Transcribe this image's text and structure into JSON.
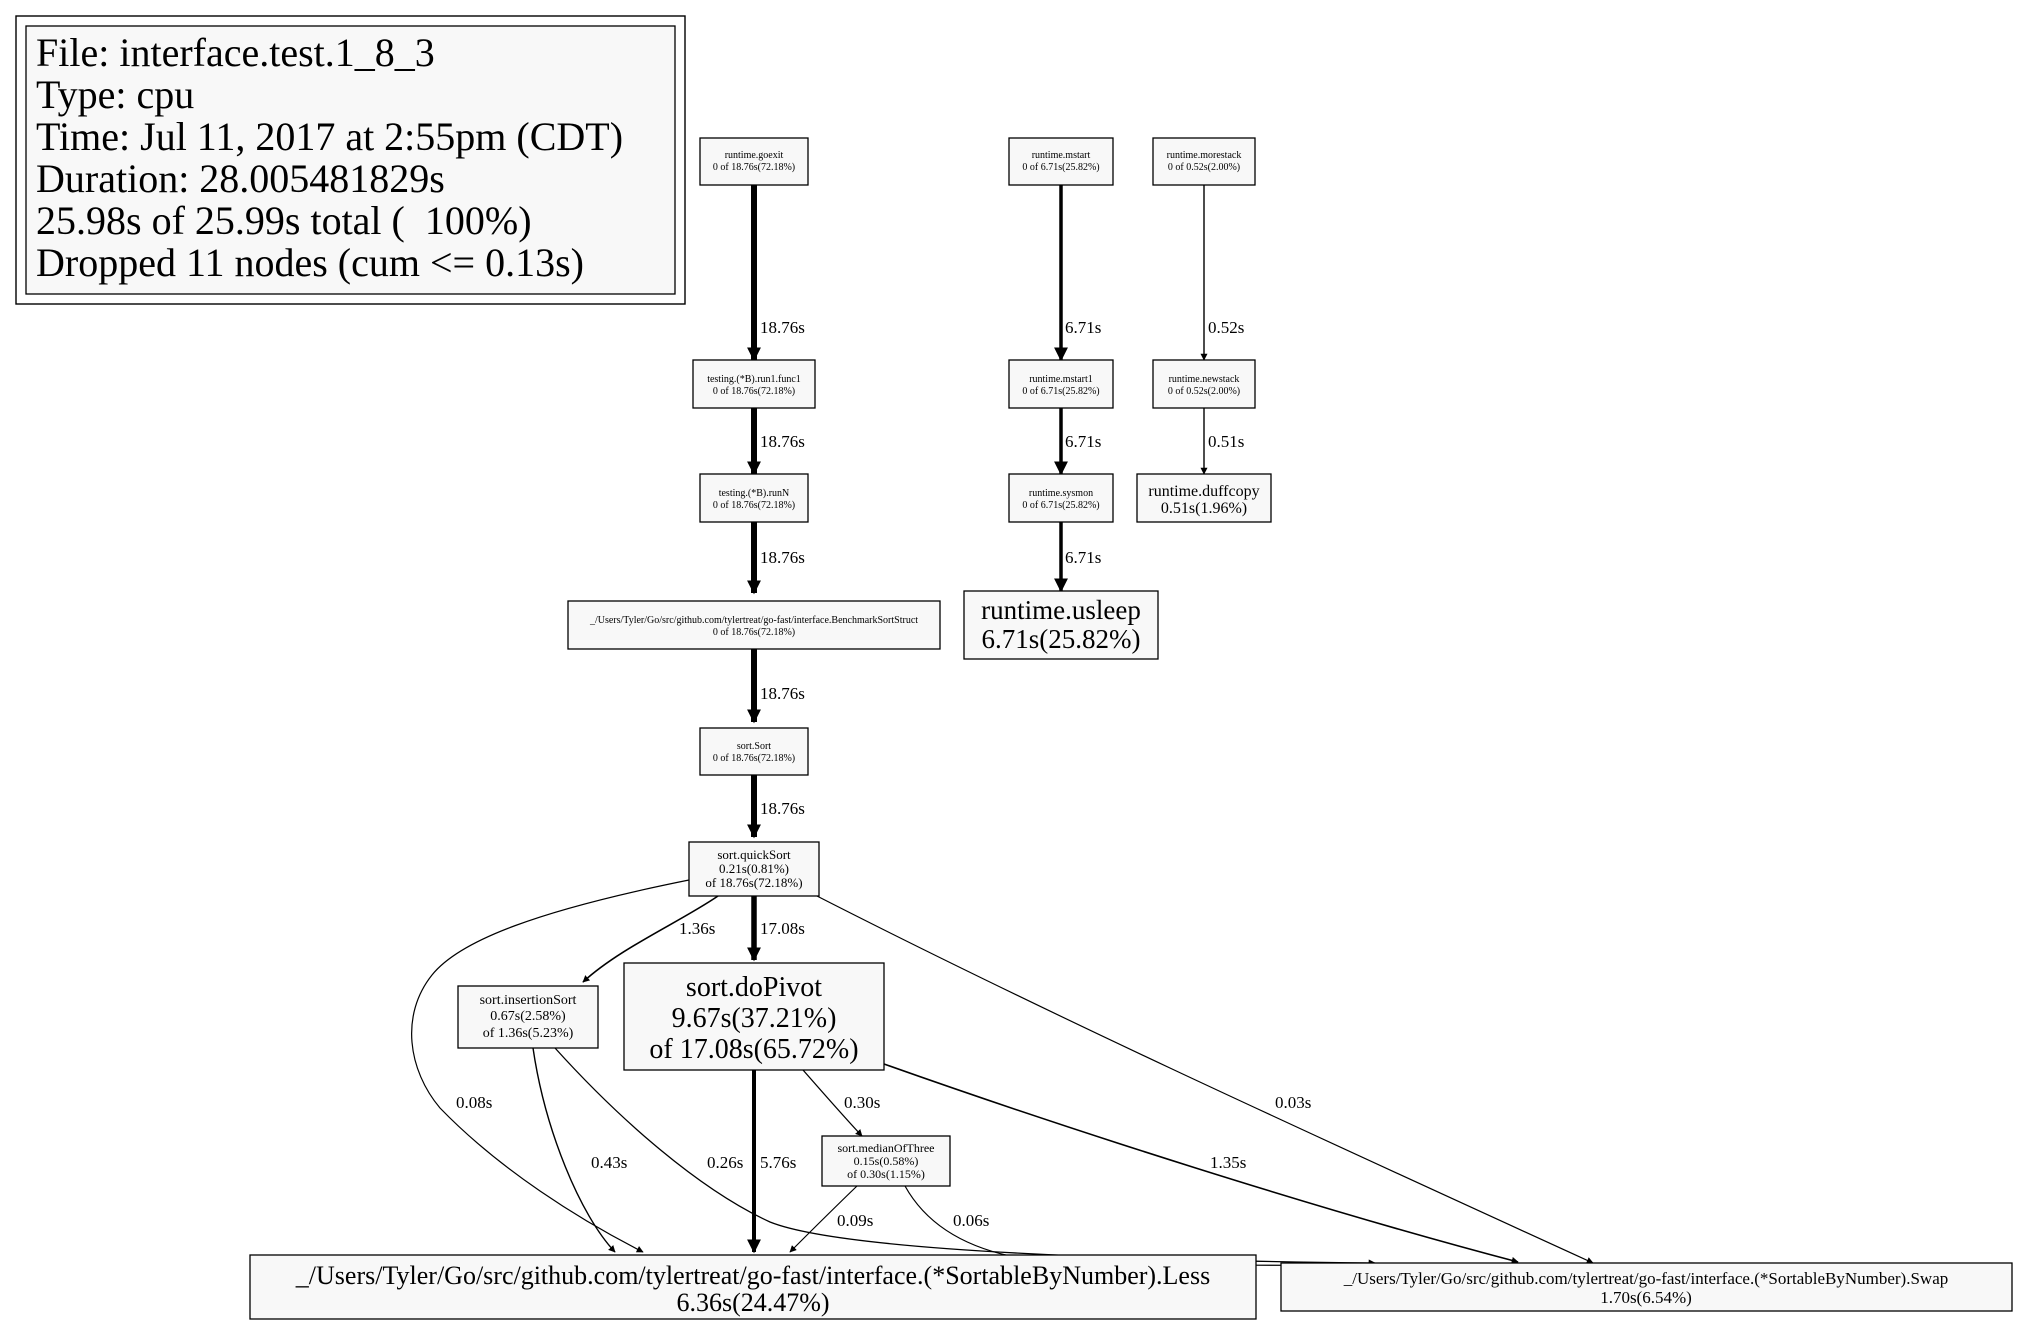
{
  "legend": {
    "lines": [
      "File: interface.test.1_8_3",
      "Type: cpu",
      "Time: Jul 11, 2017 at 2:55pm (CDT)",
      "Duration: 28.005481829s",
      "25.98s of 25.99s total (  100%)",
      "Dropped 11 nodes (cum <= 0.13s)"
    ]
  },
  "nodes": [
    {
      "id": "goexit",
      "lines": [
        "runtime.goexit",
        "0 of 18.76s(72.18%)"
      ]
    },
    {
      "id": "mstart",
      "lines": [
        "runtime.mstart",
        "0 of 6.71s(25.82%)"
      ]
    },
    {
      "id": "morestack",
      "lines": [
        "runtime.morestack",
        "0 of 0.52s(2.00%)"
      ]
    },
    {
      "id": "run1func1",
      "lines": [
        "testing.(*B).run1.func1",
        "0 of 18.76s(72.18%)"
      ]
    },
    {
      "id": "mstart1",
      "lines": [
        "runtime.mstart1",
        "0 of 6.71s(25.82%)"
      ]
    },
    {
      "id": "newstack",
      "lines": [
        "runtime.newstack",
        "0 of 0.52s(2.00%)"
      ]
    },
    {
      "id": "runN",
      "lines": [
        "testing.(*B).runN",
        "0 of 18.76s(72.18%)"
      ]
    },
    {
      "id": "sysmon",
      "lines": [
        "runtime.sysmon",
        "0 of 6.71s(25.82%)"
      ]
    },
    {
      "id": "duffcopy",
      "lines": [
        "runtime.duffcopy",
        "0.51s(1.96%)"
      ]
    },
    {
      "id": "usleep",
      "lines": [
        "runtime.usleep",
        "6.71s(25.82%)"
      ]
    },
    {
      "id": "bench",
      "lines": [
        "_/Users/Tyler/Go/src/github.com/tylertreat/go-fast/interface.BenchmarkSortStruct",
        "0 of 18.76s(72.18%)"
      ]
    },
    {
      "id": "sort",
      "lines": [
        "sort.Sort",
        "0 of 18.76s(72.18%)"
      ]
    },
    {
      "id": "quickSort",
      "lines": [
        "sort.quickSort",
        "0.21s(0.81%)",
        "of 18.76s(72.18%)"
      ]
    },
    {
      "id": "insertionSort",
      "lines": [
        "sort.insertionSort",
        "0.67s(2.58%)",
        "of 1.36s(5.23%)"
      ]
    },
    {
      "id": "doPivot",
      "lines": [
        "sort.doPivot",
        "9.67s(37.21%)",
        "of 17.08s(65.72%)"
      ]
    },
    {
      "id": "medianOfThree",
      "lines": [
        "sort.medianOfThree",
        "0.15s(0.58%)",
        "of 0.30s(1.15%)"
      ]
    },
    {
      "id": "less",
      "lines": [
        "_/Users/Tyler/Go/src/github.com/tylertreat/go-fast/interface.(*SortableByNumber).Less",
        "6.36s(24.47%)"
      ]
    },
    {
      "id": "swap",
      "lines": [
        "_/Users/Tyler/Go/src/github.com/tylertreat/go-fast/interface.(*SortableByNumber).Swap",
        "1.70s(6.54%)"
      ]
    }
  ],
  "edges": [
    {
      "id": "goexit-run1func1",
      "label": "18.76s"
    },
    {
      "id": "run1func1-runN",
      "label": "18.76s"
    },
    {
      "id": "runN-bench",
      "label": "18.76s"
    },
    {
      "id": "bench-sort",
      "label": "18.76s"
    },
    {
      "id": "sort-quickSort",
      "label": "18.76s"
    },
    {
      "id": "quickSort-doPivot",
      "label": "17.08s"
    },
    {
      "id": "quickSort-insertionSort",
      "label": "1.36s"
    },
    {
      "id": "quickSort-less",
      "label": "0.08s"
    },
    {
      "id": "quickSort-swap",
      "label": "0.03s"
    },
    {
      "id": "mstart-mstart1",
      "label": "6.71s"
    },
    {
      "id": "mstart1-sysmon",
      "label": "6.71s"
    },
    {
      "id": "sysmon-usleep",
      "label": "6.71s"
    },
    {
      "id": "morestack-newstack",
      "label": "0.52s"
    },
    {
      "id": "newstack-duffcopy",
      "label": "0.51s"
    },
    {
      "id": "insertionSort-less",
      "label": "0.43s"
    },
    {
      "id": "insertionSort-swap",
      "label": "0.26s"
    },
    {
      "id": "doPivot-less",
      "label": "5.76s"
    },
    {
      "id": "doPivot-medianOfThree",
      "label": "0.30s"
    },
    {
      "id": "doPivot-swap",
      "label": "1.35s"
    },
    {
      "id": "medianOfThree-less",
      "label": "0.09s"
    },
    {
      "id": "medianOfThree-swap",
      "label": "0.06s"
    }
  ]
}
